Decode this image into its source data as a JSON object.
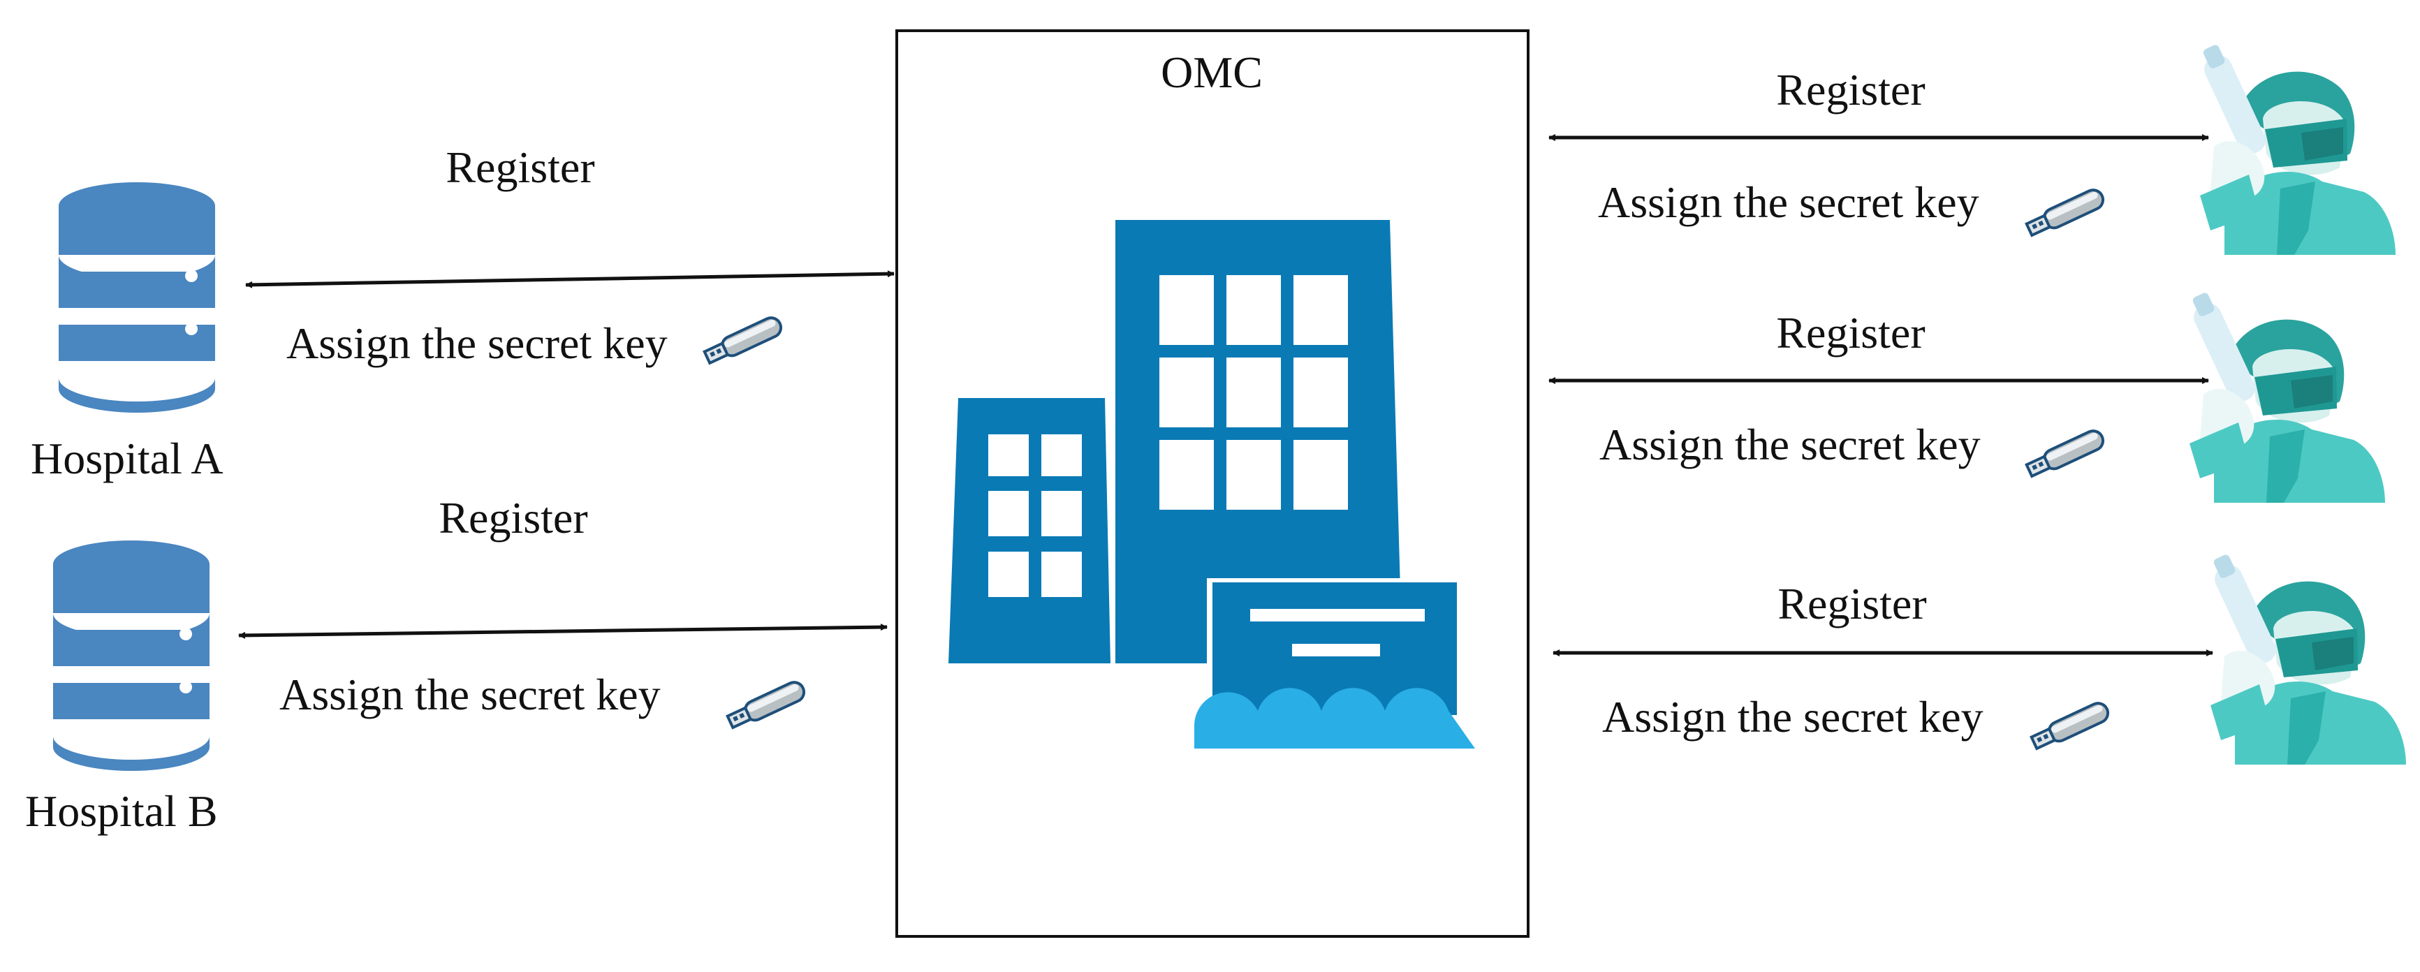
{
  "omc": {
    "title": "OMC"
  },
  "hospitals": [
    {
      "name": "Hospital A",
      "register_label": "Register",
      "key_label": "Assign the secret key"
    },
    {
      "name": "Hospital B",
      "register_label": "Register",
      "key_label": "Assign the secret key"
    }
  ],
  "doctors": [
    {
      "register_label": "Register",
      "key_label": "Assign the secret key"
    },
    {
      "register_label": "Register",
      "key_label": "Assign the secret key"
    },
    {
      "register_label": "Register",
      "key_label": "Assign the secret key"
    }
  ],
  "icons": {
    "hospital": "database-icon",
    "omc": "office-building-icon",
    "doctor": "doctor-icon",
    "key": "usb-key-icon"
  },
  "colors": {
    "building_dark": "#0a7ab4",
    "building_light": "#29aee6",
    "database": "#4a86c0",
    "doctor": "#4dc9c4",
    "arrow": "#111111"
  }
}
